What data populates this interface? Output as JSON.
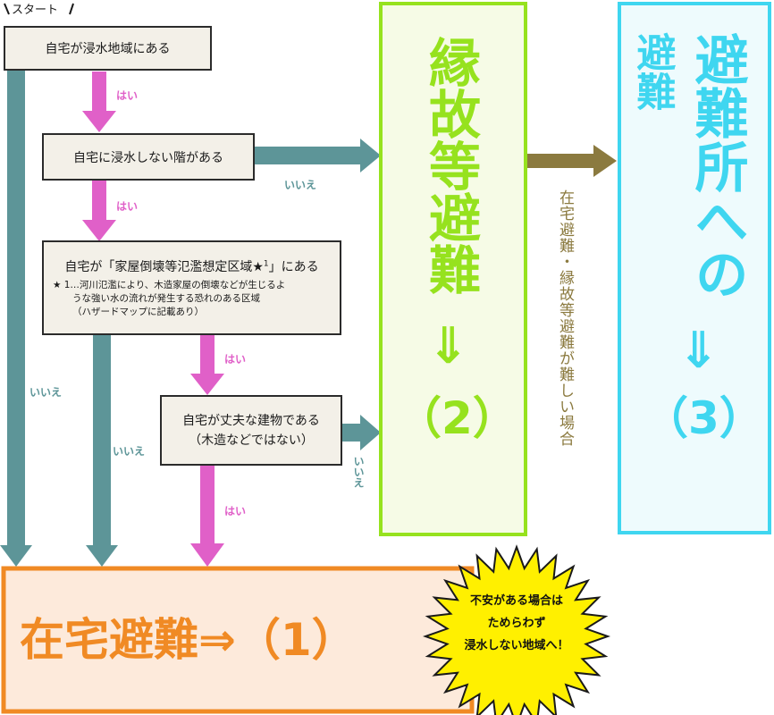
{
  "start_label": "スタート",
  "nodes": {
    "q1": "自宅が浸水地域にある",
    "q2": "自宅に浸水しない階がある",
    "q3": {
      "main_prefix": "自宅が「家屋倒壊等氾濫想定区域",
      "main_star": "★",
      "main_sup": "1",
      "main_suffix": "」にある",
      "note_line1": "★ 1…河川氾濫により、木造家屋の倒壊などが生じるよ",
      "note_line2": "うな強い水の流れが発生する恐れのある区域",
      "note_line3": "（ハザードマップに記載あり）"
    },
    "q4_line1": "自宅が丈夫な建物である",
    "q4_line2": "（木造などではない）"
  },
  "labels": {
    "yes": "はい",
    "no": "いいえ"
  },
  "outcome2": {
    "text": "縁故等避難",
    "arrow": "⇓",
    "number": "（2）"
  },
  "outcome3": {
    "col1": "避難",
    "col2": "避難所への",
    "arrow": "⇓",
    "number": "（3）"
  },
  "transition_note": "在宅避難・縁故等避難が難しい場合",
  "outcome1": {
    "text": "在宅避難⇒（1）"
  },
  "starburst": {
    "line1": "不安がある場合は",
    "line2": "ためらわず",
    "line3": "浸水しない地域へ！"
  },
  "colors": {
    "yes_arrow": "#e060c8",
    "no_arrow": "#5d9598",
    "outcome1": "#f08a24",
    "outcome2": "#96e21e",
    "outcome3": "#3fd6f0",
    "transition_arrow": "#8b7a3f",
    "starburst": "#fff000"
  }
}
